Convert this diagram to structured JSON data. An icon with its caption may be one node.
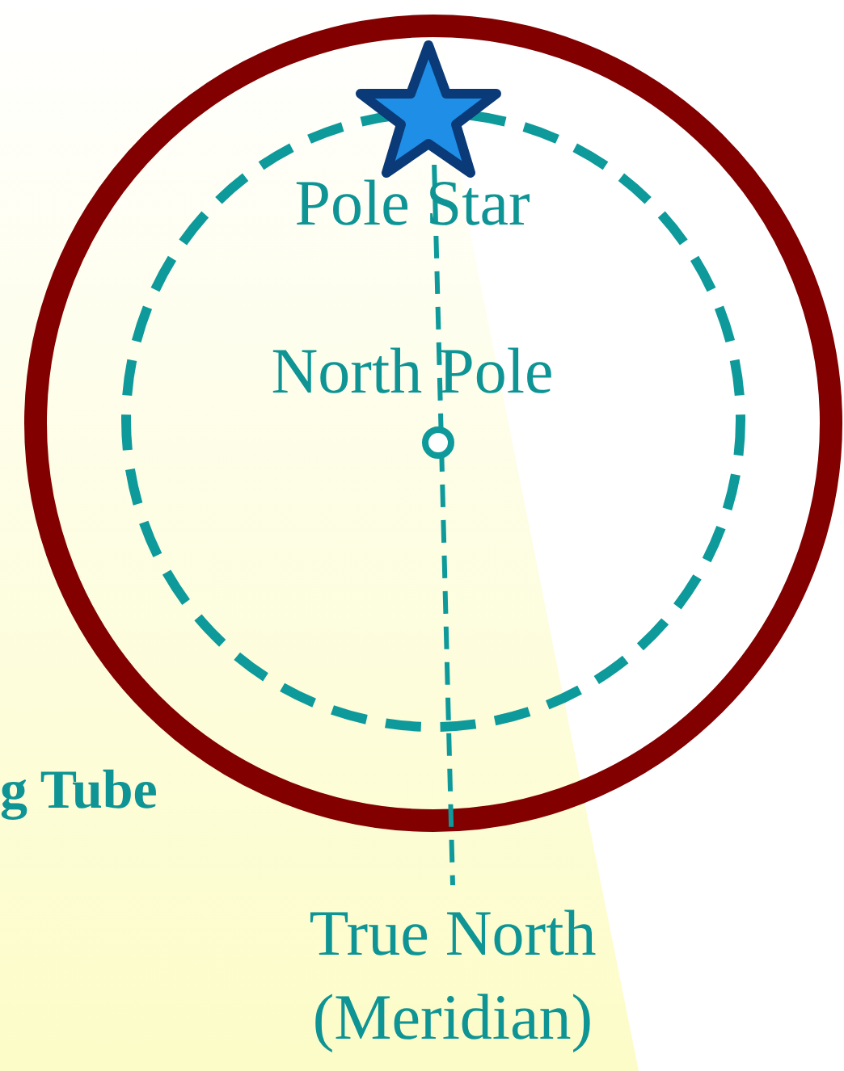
{
  "diagram": {
    "labels": [
      "Pole Star",
      "North Pole",
      "g Tube",
      "True North (Meridian)"
    ]
  }
}
